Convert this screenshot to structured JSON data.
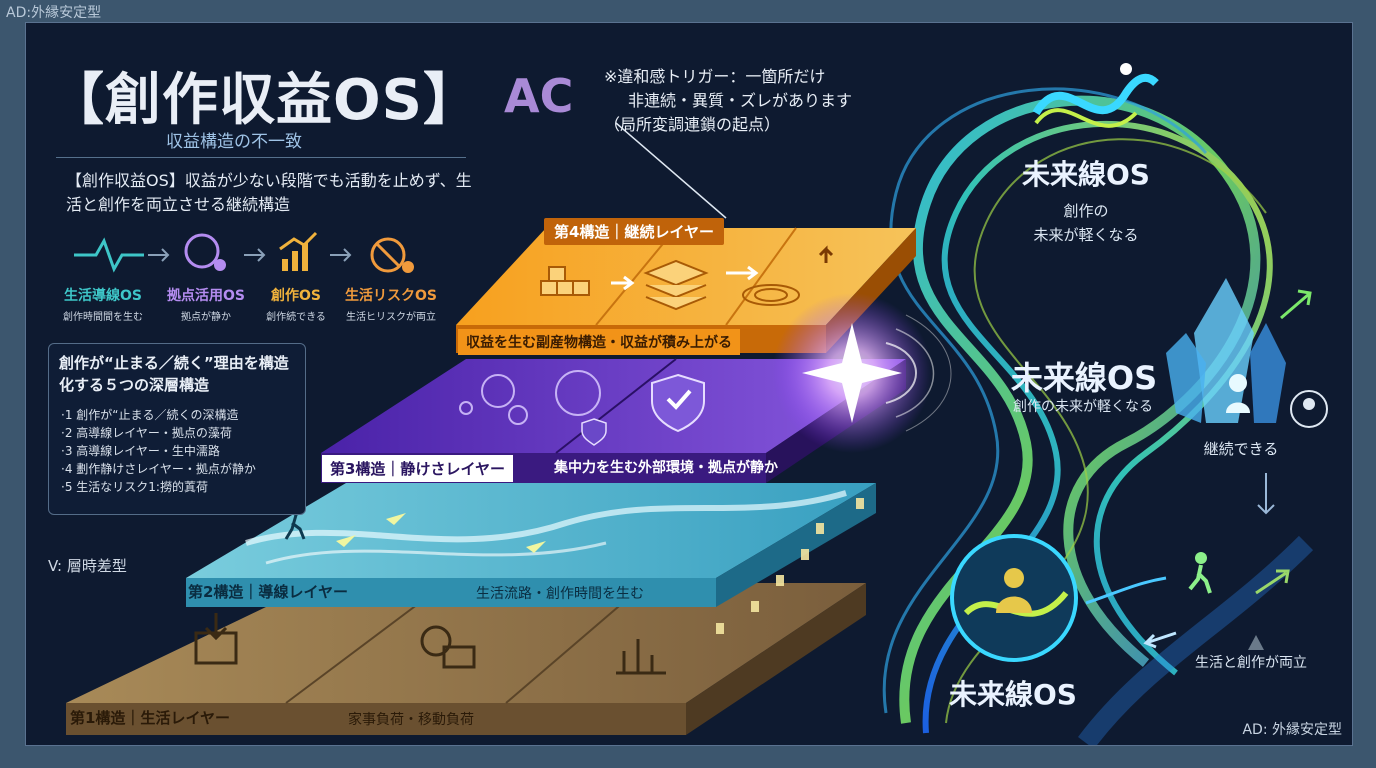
{
  "corner_tag": "AD:外縁安定型",
  "title": "【創作収益OS】",
  "title_suffix": "AC",
  "subtitle": "収益構造の不一致",
  "description": "【創作収益OS】収益が少ない段階でも活動を止めず、生活と創作を両立させる継続構造",
  "trigger_note": {
    "line1": "※違和感トリガー：一箇所だけ",
    "line2": "非連続・異質・ズレがあります",
    "line3": "（局所変調連鎖の起点）"
  },
  "flow": [
    {
      "label": "生活導線OS",
      "sub": "創作時間間を生む",
      "color": "#3ec6c8",
      "icon": "heartbeat-icon"
    },
    {
      "label": "拠点活用OS",
      "sub": "拠点が静か",
      "color": "#b48cf0",
      "icon": "shield-user-icon"
    },
    {
      "label": "創作OS",
      "sub": "創作続できる",
      "color": "#f0b23c",
      "icon": "growth-chart-icon"
    },
    {
      "label": "生活リスクOS",
      "sub": "生活ヒリスクが両立",
      "color": "#f09a3c",
      "icon": "no-risk-icon"
    }
  ],
  "deep_structures": {
    "heading": "創作が“止まる／続く”理由を構造化する５つの深層構造",
    "items": [
      "·1 創作が“止まる／続くの深構造",
      "·2 高導線レイヤー・拠点の藻荷",
      "·3 高導線レイヤー・生中濡路",
      "·4 劃作静けさレイヤー・拠点が静か",
      "·5 生活なリスク1:撈的蒖荷"
    ]
  },
  "v_type": "V: 層時差型",
  "layers": [
    {
      "name": "第4構造｜継続レイヤー",
      "desc": "収益を生む副産物構造・収益が積み上がる"
    },
    {
      "name": "第3構造｜静けさレイヤー",
      "desc": "集中力を生む外部環境・拠点が静か"
    },
    {
      "name": "第2構造｜導線レイヤー",
      "desc": "生活流路・創作時間を生む"
    },
    {
      "name": "第1構造｜生活レイヤー",
      "desc": "家事負荷・移動負荷"
    }
  ],
  "right_os": {
    "top_label": "未来線OS",
    "top_sub1": "創作の",
    "top_sub2": "未来が軽くなる",
    "mid_label": "未来線OS",
    "mid_sub": "創作の未来が軽くなる",
    "crystal_caption": "継続できる",
    "bottom_label": "未来線OS",
    "path_caption": "生活と創作が両立"
  },
  "footer_tag": "AD: 外縁安定型",
  "colors": {
    "background": "#0e1a30",
    "layer4": "#f29318",
    "layer3": "#5a2bb0",
    "layer2": "#7fd0e0",
    "layer1": "#b0915a",
    "accent_glow": "#e0b0ff"
  }
}
